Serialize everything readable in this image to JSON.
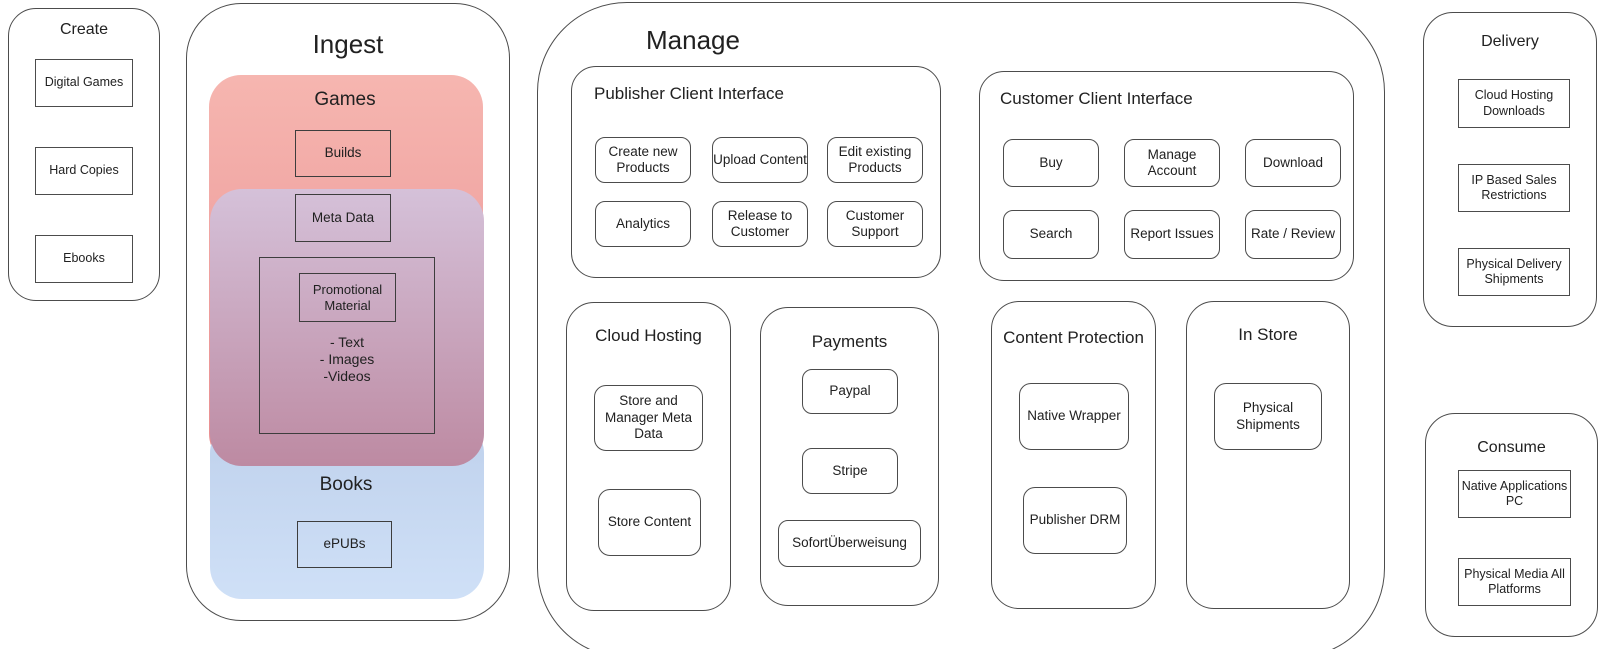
{
  "colors": {
    "border": "#4c4c4c",
    "text": "#212121",
    "games_top": "#f6b6b0",
    "games_bottom": "#e88d90",
    "overlap_top": "#d5c1d9",
    "overlap_bottom": "#bd8aa2",
    "books_top": "#bfd1ec",
    "books_bottom": "#cfe0f7"
  },
  "create": {
    "title": "Create",
    "items": [
      "Digital Games",
      "Hard Copies",
      "Ebooks"
    ]
  },
  "ingest": {
    "title": "Ingest",
    "games_label": "Games",
    "builds_label": "Builds",
    "meta_label": "Meta Data",
    "promo_label": "Promotional Material",
    "assets": [
      "- Text",
      "- Images",
      "-Videos"
    ],
    "books_label": "Books",
    "epubs_label": "ePUBs"
  },
  "manage": {
    "title": "Manage",
    "publisher": {
      "title": "Publisher Client Interface",
      "buttons": [
        "Create new Products",
        "Upload Content",
        "Edit existing Products",
        "Analytics",
        "Release to Customer",
        "Customer Support"
      ]
    },
    "customer": {
      "title": "Customer Client Interface",
      "buttons": [
        "Buy",
        "Manage Account",
        "Download",
        "Search",
        "Report Issues",
        "Rate / Review"
      ]
    },
    "cloud_hosting": {
      "title": "Cloud Hosting",
      "items": [
        "Store and Manager Meta Data",
        "Store Content"
      ]
    },
    "payments": {
      "title": "Payments",
      "items": [
        "Paypal",
        "Stripe",
        "SofortÜberweisung"
      ]
    },
    "content_protection": {
      "title": "Content Protection",
      "items": [
        "Native Wrapper",
        "Publisher DRM"
      ]
    },
    "in_store": {
      "title": "In Store",
      "items": [
        "Physical Shipments"
      ]
    }
  },
  "delivery": {
    "title": "Delivery",
    "items": [
      "Cloud Hosting Downloads",
      "IP Based Sales Restrictions",
      "Physical Delivery Shipments"
    ]
  },
  "consume": {
    "title": "Consume",
    "items": [
      "Native Applications PC",
      "Physical Media All Platforms"
    ]
  }
}
